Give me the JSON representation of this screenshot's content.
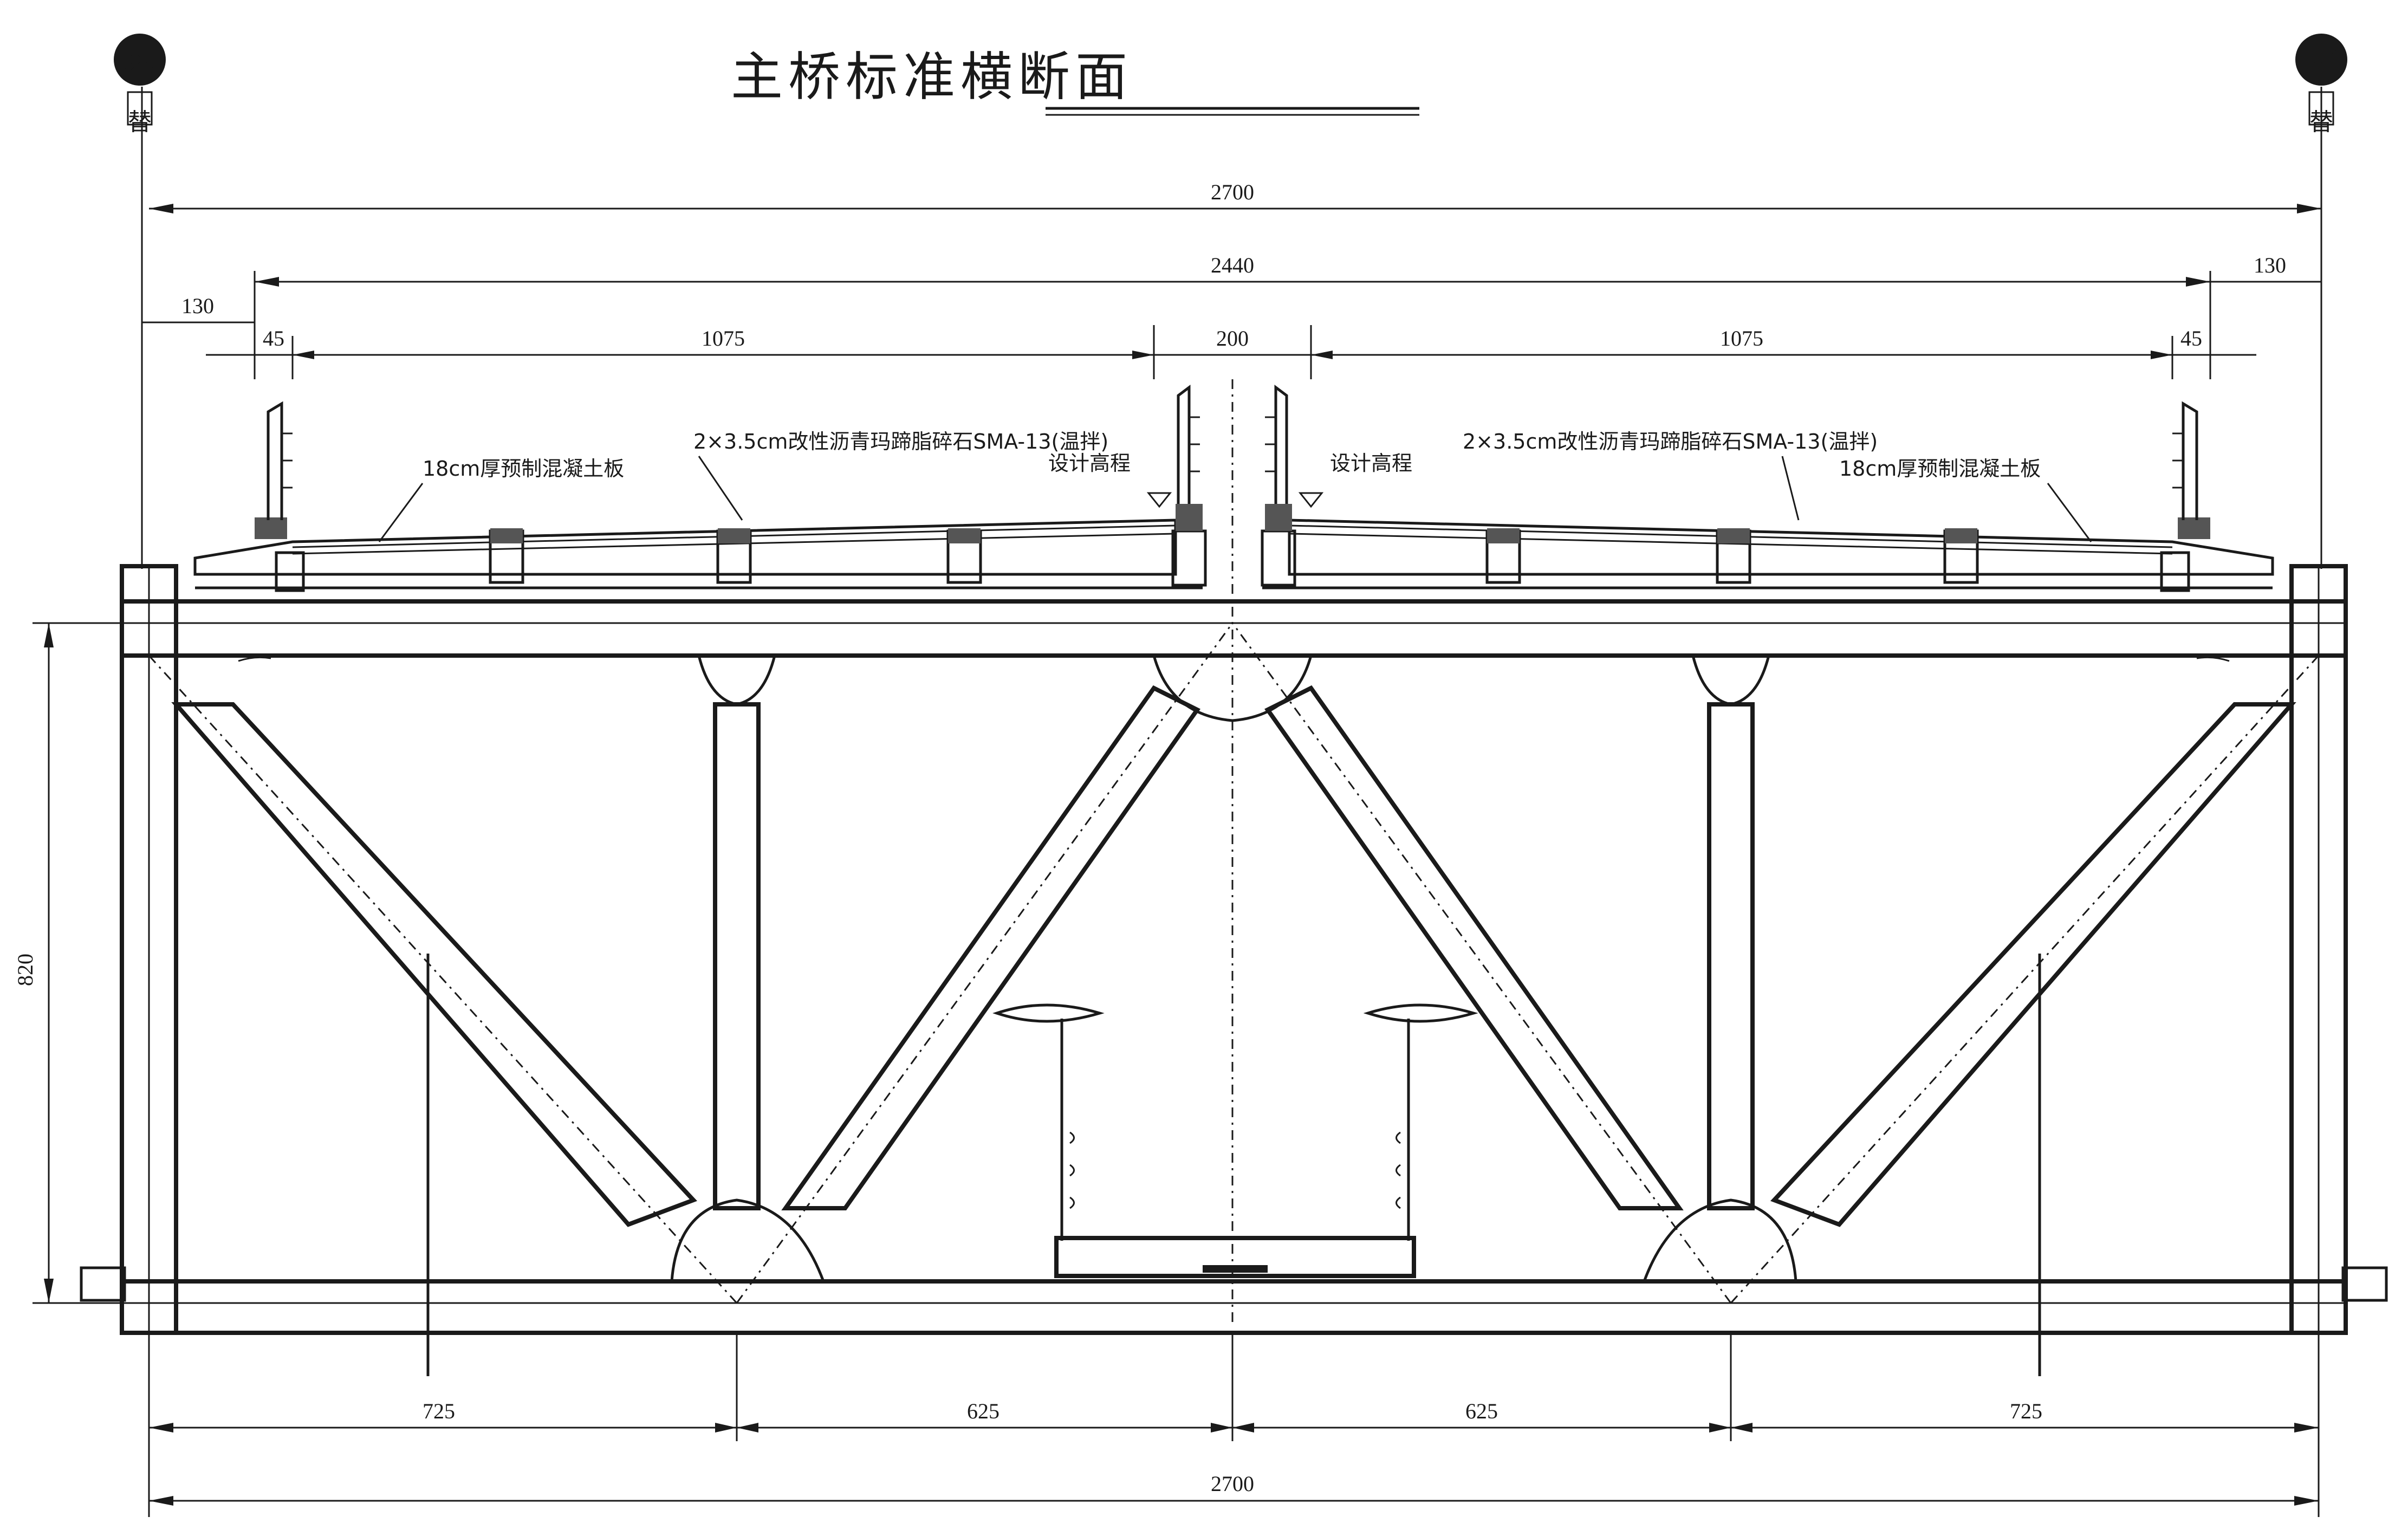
{
  "title": "主桥标准横断面",
  "dimensions": {
    "top_total": "2700",
    "top_inner": "2440",
    "left_edge": "130",
    "right_edge": "130",
    "left_45": "45",
    "right_45": "45",
    "left_lane": "1075",
    "median": "200",
    "right_lane": "1075",
    "height": "820",
    "bottom_left": "725",
    "bottom_mid_left": "625",
    "bottom_mid_right": "625",
    "bottom_right": "725",
    "bottom_total": "2700"
  },
  "notes": {
    "slab_left": "18cm厚预制混凝土板",
    "slab_right": "18cm厚预制混凝土板",
    "paving_left": "2×3.5cm改性沥青玛蹄脂碎石SMA-13(温拌)",
    "paving_right": "2×3.5cm改性沥青玛蹄脂碎石SMA-13(温拌)",
    "elev_left": "设计高程",
    "elev_right": "设计高程"
  },
  "bolts": {
    "left_tag": "替",
    "right_tag": "替"
  }
}
